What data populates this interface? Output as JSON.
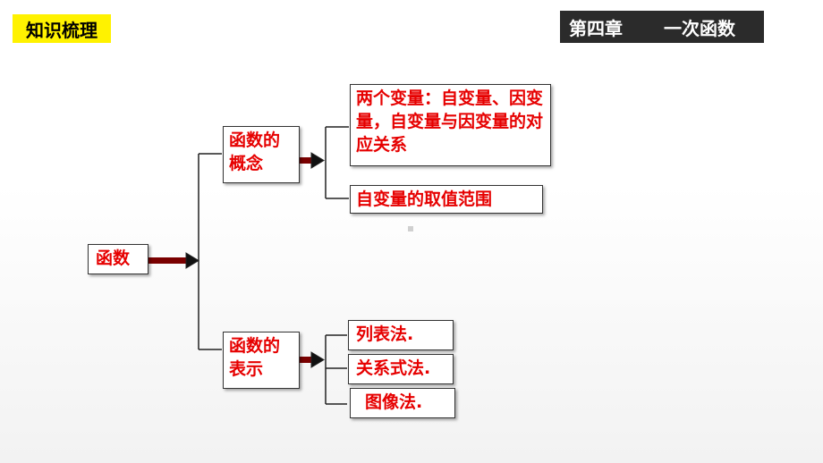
{
  "header": {
    "tag": "知识梳理",
    "chapter_number": "第四章",
    "chapter_title": "一次函数"
  },
  "diagram": {
    "root": "函数",
    "concept": "函数的概念",
    "concept_items": [
      "两个变量：自变量、因变量，自变量与因变量的对应关系",
      "自变量的取值范围"
    ],
    "representation": "函数的表示",
    "representation_items": [
      "列表法.",
      "关系式法.",
      "图像法."
    ]
  }
}
